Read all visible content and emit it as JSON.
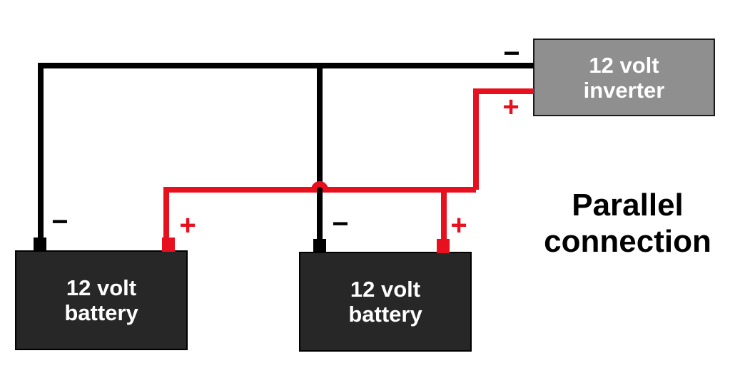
{
  "title": {
    "lines": [
      "Parallel",
      "connection"
    ]
  },
  "inverter": {
    "label_lines": [
      "12 volt",
      "inverter"
    ]
  },
  "batteries": [
    {
      "label_lines": [
        "12 volt",
        "battery"
      ]
    },
    {
      "label_lines": [
        "12 volt",
        "battery"
      ]
    }
  ],
  "symbols": {
    "minus": "−",
    "plus": "+"
  },
  "colors": {
    "positive_wire": "#e8101e",
    "negative_wire": "#000000",
    "battery_body": "#272727",
    "inverter_body": "#8f8f8f",
    "label_text": "#ffffff",
    "title_text": "#000000",
    "background": "#ffffff"
  }
}
